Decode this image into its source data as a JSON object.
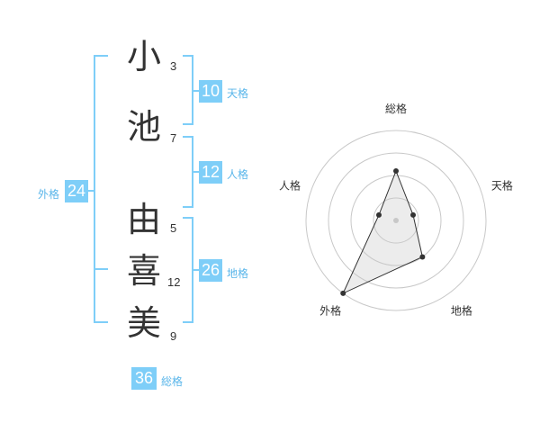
{
  "name": {
    "characters": [
      {
        "char": "小",
        "strokes": "3"
      },
      {
        "char": "池",
        "strokes": "7"
      },
      {
        "char": "由",
        "strokes": "5"
      },
      {
        "char": "喜",
        "strokes": "12"
      },
      {
        "char": "美",
        "strokes": "9"
      }
    ]
  },
  "fortune": {
    "tenkaku": {
      "value": "10",
      "label": "天格"
    },
    "jinkaku": {
      "value": "12",
      "label": "人格"
    },
    "chikaku": {
      "value": "26",
      "label": "地格"
    },
    "gaikaku": {
      "value": "24",
      "label": "外格"
    },
    "soukaku": {
      "value": "36",
      "label": "総格"
    }
  },
  "colors": {
    "accent": "#7ecef8",
    "label": "#5ab6ea",
    "text": "#333333"
  },
  "chart_data": {
    "type": "radar",
    "axes": [
      "総格",
      "天格",
      "地格",
      "外格",
      "人格"
    ],
    "values": [
      0.55,
      0.2,
      0.5,
      1.0,
      0.2
    ],
    "rings": 4,
    "max": 1
  }
}
